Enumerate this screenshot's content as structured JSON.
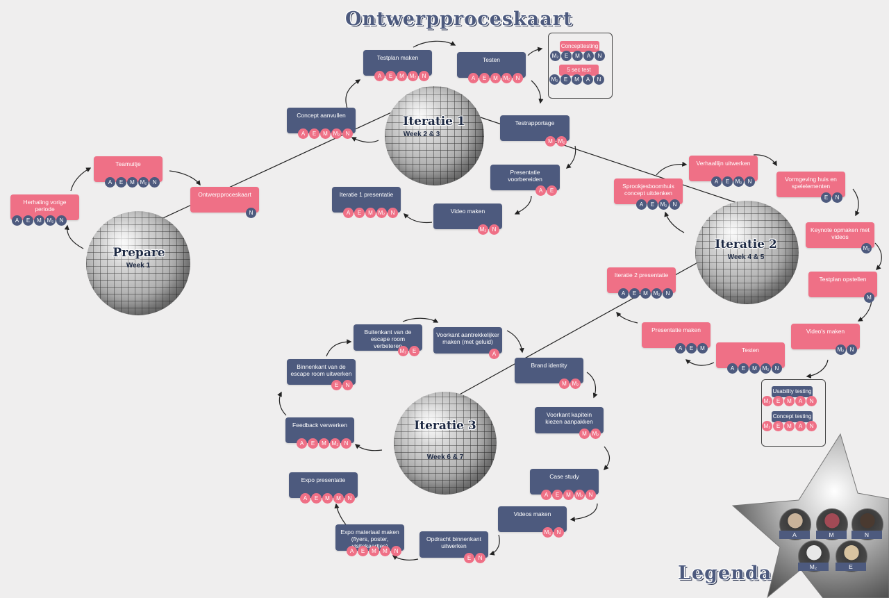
{
  "title": "Ontwerpproceskaart",
  "legend_title": "Legenda",
  "colors": {
    "navy": "#4d5a7e",
    "pink": "#ef7086",
    "background": "#efeeee"
  },
  "phases": [
    {
      "title": "Prepare",
      "subtitle": "Week 1"
    },
    {
      "title": "Iteratie 1",
      "subtitle": "Week 2 & 3"
    },
    {
      "title": "Iteratie 2",
      "subtitle": "Week 4 & 5"
    },
    {
      "title": "Iteratie 3",
      "subtitle": "Week 6 & 7"
    }
  ],
  "cards": [
    {
      "label": "Herhaling vorige periode",
      "color": "pink",
      "members": [
        "A",
        "E",
        "M",
        "M₂",
        "N"
      ]
    },
    {
      "label": "Teamuitje",
      "color": "pink",
      "members": [
        "A",
        "E",
        "M",
        "M₂",
        "N"
      ]
    },
    {
      "label": "Ontwerpproceskaart",
      "color": "pink",
      "members": [
        "N"
      ]
    },
    {
      "label": "Concept aanvullen",
      "color": "navy",
      "members": [
        "A",
        "E",
        "M",
        "M₂",
        "N"
      ]
    },
    {
      "label": "Testplan maken",
      "color": "navy",
      "members": [
        "A",
        "E",
        "M",
        "M₂",
        "N"
      ]
    },
    {
      "label": "Testen",
      "color": "navy",
      "members": [
        "A",
        "E",
        "M",
        "M₂",
        "N"
      ]
    },
    {
      "label": "Testrapportage",
      "color": "navy",
      "members": [
        "M",
        "M₂"
      ]
    },
    {
      "label": "Presentatie voorbereiden",
      "color": "navy",
      "members": [
        "A",
        "E"
      ]
    },
    {
      "label": "Video maken",
      "color": "navy",
      "members": [
        "M₂",
        "N"
      ]
    },
    {
      "label": "Iteratie 1 presentatie",
      "color": "navy",
      "members": [
        "A",
        "E",
        "M",
        "M₂",
        "N"
      ]
    },
    {
      "label": "Sprookjesboomhuis concept uitdenken",
      "color": "pink",
      "members": [
        "A",
        "E",
        "M₂",
        "N"
      ]
    },
    {
      "label": "Verhaallijn uitwerken",
      "color": "pink",
      "members": [
        "A",
        "E",
        "M₂",
        "N"
      ]
    },
    {
      "label": "Vormgeving huis en spelelementen",
      "color": "pink",
      "members": [
        "E",
        "N"
      ]
    },
    {
      "label": "Keynote opmaken met videos",
      "color": "pink",
      "members": [
        "M₂"
      ]
    },
    {
      "label": "Testplan opstellen",
      "color": "pink",
      "members": [
        "M"
      ]
    },
    {
      "label": "Video's maken",
      "color": "pink",
      "members": [
        "M₂",
        "N"
      ]
    },
    {
      "label": "Testen",
      "color": "pink",
      "members": [
        "A",
        "E",
        "M",
        "M₂",
        "N"
      ]
    },
    {
      "label": "Presentatie maken",
      "color": "pink",
      "members": [
        "A",
        "E",
        "M"
      ]
    },
    {
      "label": "Iteratie 2 presentatie",
      "color": "pink",
      "members": [
        "A",
        "E",
        "M",
        "M₂",
        "N"
      ]
    },
    {
      "label": "Buitenkant van de escape room verbeteren",
      "color": "navy",
      "members": [
        "M₂",
        "E"
      ]
    },
    {
      "label": "Voorkant aantrekkelijker maken (met geluid)",
      "color": "navy",
      "members": [
        "A"
      ]
    },
    {
      "label": "Brand identity",
      "color": "navy",
      "members": [
        "M",
        "M₂"
      ]
    },
    {
      "label": "Binnenkant van de escape room uitwerken",
      "color": "navy",
      "members": [
        "E",
        "N"
      ]
    },
    {
      "label": "Voorkant kapitein kiezen aanpakken",
      "color": "navy",
      "members": [
        "M",
        "M₂"
      ]
    },
    {
      "label": "Feedback verwerken",
      "color": "navy",
      "members": [
        "A",
        "E",
        "M",
        "M₂",
        "N"
      ]
    },
    {
      "label": "Case study",
      "color": "navy",
      "members": [
        "A",
        "E",
        "M",
        "M₂",
        "N"
      ]
    },
    {
      "label": "Expo presentatie",
      "color": "navy",
      "members": [
        "A",
        "E",
        "M",
        "M",
        "N"
      ]
    },
    {
      "label": "Videos maken",
      "color": "navy",
      "members": [
        "M₂",
        "N"
      ]
    },
    {
      "label": "Expo materiaal maken (flyers, poster, visitekaartjes)",
      "color": "navy",
      "members": [
        "A",
        "E",
        "M",
        "M",
        "N"
      ]
    },
    {
      "label": "Opdracht binnenkant uitwerken",
      "color": "navy",
      "members": [
        "E",
        "N"
      ]
    }
  ],
  "test_groups": [
    {
      "items": [
        {
          "label": "Concepttesting",
          "color": "pink",
          "members": [
            "M₂",
            "E",
            "M",
            "A",
            "N"
          ]
        },
        {
          "label": "5 sec test",
          "color": "pink",
          "members": [
            "M₂",
            "E",
            "M",
            "A",
            "N"
          ]
        }
      ]
    },
    {
      "items": [
        {
          "label": "Usability testing",
          "color": "navy",
          "members": [
            "M₂",
            "E",
            "M",
            "A",
            "N"
          ]
        },
        {
          "label": "Concept testing",
          "color": "navy",
          "members": [
            "M₂",
            "E",
            "M",
            "A",
            "N"
          ]
        }
      ]
    }
  ],
  "legend": [
    {
      "name": "A"
    },
    {
      "name": "M"
    },
    {
      "name": "N"
    },
    {
      "name": "M₂"
    },
    {
      "name": "E"
    }
  ]
}
